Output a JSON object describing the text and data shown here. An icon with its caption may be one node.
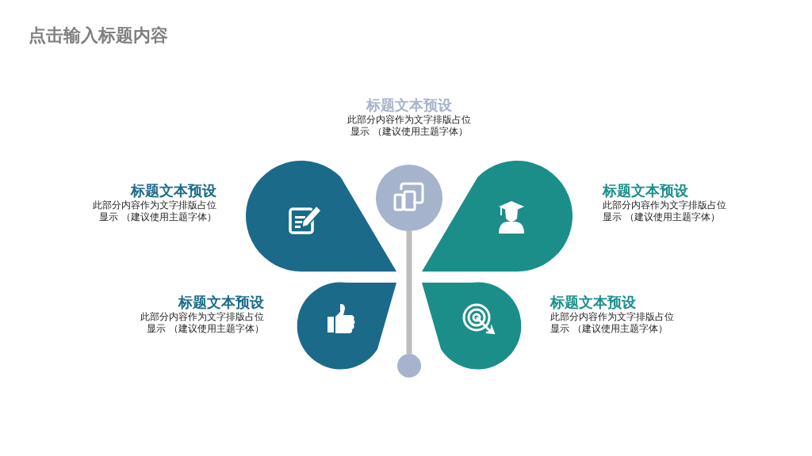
{
  "diagram": {
    "title": "点击输入标题内容",
    "nodes": [
      {
        "text": [],
        "shape": "circle",
        "beside": [
          "标题文本预设",
          "此部分内容作为文字排版占位显示 （建议使用主题字体）"
        ]
      },
      {
        "text": [
          "标题文本预设",
          "此部分内容作为文字排版占位显示 （建议使用主题字体）"
        ]
      },
      {
        "text": [
          "标题文本预设",
          "此部分内容作为文字排版占位显示 （建议使用主题字体）"
        ]
      },
      {
        "text": [
          "标题文本预设",
          "此部分内容作为文字排版占位显示 （建议使用主题字体）"
        ]
      },
      {
        "text": [
          "标题文本预设",
          "此部分内容作为文字排版占位显示 （建议使用主题字体）"
        ]
      },
      {
        "text": [],
        "shape": "circle"
      }
    ],
    "edges": [
      {
        "from": 0,
        "to": 5,
        "arrow": "none"
      }
    ]
  }
}
